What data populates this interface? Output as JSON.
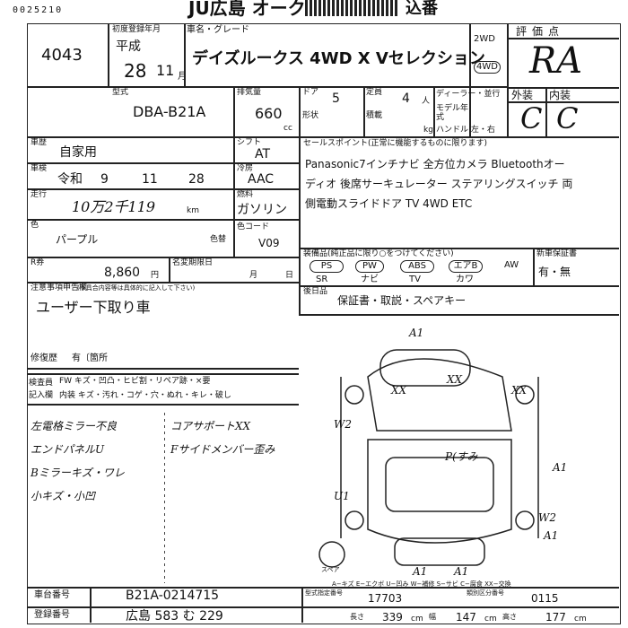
{
  "header": {
    "sheet_number": "0025210",
    "auction_name": "JU広島 オーク",
    "auction_suffix": "込番"
  },
  "lot": {
    "number": "4043",
    "first_reg_label": "初度登録年月",
    "era": "平成",
    "year": "28",
    "month": "11",
    "month_unit": "月"
  },
  "vehicle": {
    "name_label": "車名・グレード",
    "name": "デイズルークス 4WD X Vセレクション",
    "drive_2wd": "2WD",
    "drive_4wd": "4WD",
    "model_label": "型式",
    "model": "DBA-B21A",
    "displacement_label": "排気量",
    "displacement": "660",
    "displacement_unit": "cc",
    "doors_label": "ドア",
    "doors": "5",
    "capacity_label": "定員",
    "capacity": "4",
    "capacity_unit": "人",
    "dealer_label": "ディーラー・並行",
    "model_year_label": "モデル年式",
    "shape_label": "形状",
    "weight_label": "積載",
    "weight_unit": "kg",
    "handle_label": "ハンドル 左・右"
  },
  "grades": {
    "header_label": "評価点",
    "overall": "RA",
    "exterior_label": "外装",
    "interior_label": "内装",
    "exterior": "C",
    "interior": "C"
  },
  "details": {
    "usage_label": "車歴",
    "usage": "自家用",
    "inspection_label": "車検",
    "inspection_era": "令和",
    "inspection_year": "9",
    "inspection_month": "11",
    "inspection_day": "28",
    "mileage_label": "走行",
    "mileage": "10万2千119",
    "mileage_unit": "km",
    "shift_label": "シフト",
    "shift": "AT",
    "ac_label": "冷房",
    "ac": "AAC",
    "fuel_label": "燃料",
    "fuel": "ガソリン",
    "color_label": "色",
    "color": "パープル",
    "color_change_label": "色替",
    "color_code_label": "色コード",
    "color_code": "V09",
    "recycle_label": "R券",
    "recycle_amount": "8,860",
    "recycle_unit": "円",
    "name_change_label": "名変期限日",
    "name_change_month": "月",
    "name_change_day": "日"
  },
  "notes": {
    "notes_label": "注意事項申告欄",
    "notes_hint": "(不具合内容等は具体的に記入して下さい)",
    "notes_text": "ユーザー下取り車",
    "repair_label": "修復歴",
    "repair_text": "有〔箇所",
    "sales_label": "セールスポイント(正常に機能するものに限ります)",
    "sales_text": "Panasonic7インチナビ 全方位カメラ Bluetoothオーディオ 後席サーキュレーター ステアリングスイッチ 両側電動スライドドア TV 4WD ETC",
    "equipment_label": "装備品(純正品に限り○をつけてください)",
    "equipment": [
      "PS",
      "PW",
      "ABS",
      "エアB",
      "AW",
      "SR",
      "ナビ",
      "TV",
      "カワ"
    ],
    "new_car_warranty_label": "新車保証書",
    "warranty": "有・無",
    "extras_label": "後日品",
    "extras": "保証書・取説・スペアキー"
  },
  "inspector": {
    "label_1": "検査員",
    "label_2": "記入欄",
    "row_fw": "FW キズ・凹凸・ヒビ割・リペア跡・×要",
    "row_int": "内装 キズ・汚れ・コゲ・穴・ぬれ・キレ・破し",
    "handwritten": [
      "左電格ミラー不良",
      "エンドパネルU",
      "Bミラーキズ・ワレ",
      "小キズ・小凹",
      "コアサポートXX",
      "Fサイドメンバー歪み"
    ]
  },
  "diagram": {
    "marks": [
      "A1",
      "XX",
      "XX",
      "XX",
      "W2",
      "P(すみ",
      "A1",
      "U1",
      "W2",
      "A1",
      "A1",
      "A1"
    ],
    "spare_label": "スペア",
    "legend": "A−キズ E−エクボ U−凹み W−補修 S−サビ C−腐食 XX−交換"
  },
  "footer": {
    "chassis_label": "車台番号",
    "chassis": "B21A-0214715",
    "plate_label": "登録番号",
    "plate": "広島 583 む 229",
    "type_designation_label": "型式指定番号",
    "type_designation": "17703",
    "class_label": "類別区分番号",
    "class_code": "0115",
    "length_label": "長さ",
    "length": "339",
    "width_label": "幅",
    "width": "147",
    "height_label": "高さ",
    "height": "177",
    "dim_unit": "cm"
  }
}
